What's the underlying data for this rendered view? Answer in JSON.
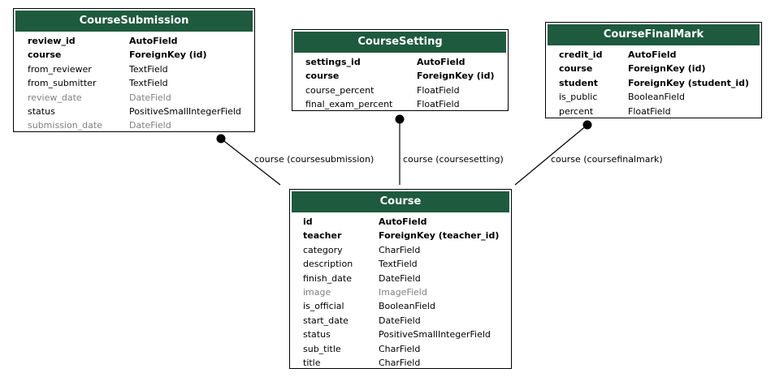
{
  "entities": {
    "course_submission": {
      "title": "CourseSubmission",
      "fields": [
        {
          "name": "review_id",
          "type": "AutoField",
          "style": "b"
        },
        {
          "name": "course",
          "type": "ForeignKey (id)",
          "style": "b"
        },
        {
          "name": "from_reviewer",
          "type": "TextField",
          "style": ""
        },
        {
          "name": "from_submitter",
          "type": "TextField",
          "style": ""
        },
        {
          "name": "review_date",
          "type": "DateField",
          "style": "g"
        },
        {
          "name": "status",
          "type": "PositiveSmallIntegerField",
          "style": ""
        },
        {
          "name": "submission_date",
          "type": "DateField",
          "style": "g"
        }
      ]
    },
    "course_setting": {
      "title": "CourseSetting",
      "fields": [
        {
          "name": "settings_id",
          "type": "AutoField",
          "style": "b"
        },
        {
          "name": "course",
          "type": "ForeignKey (id)",
          "style": "b"
        },
        {
          "name": "course_percent",
          "type": "FloatField",
          "style": ""
        },
        {
          "name": "final_exam_percent",
          "type": "FloatField",
          "style": ""
        }
      ]
    },
    "course_final_mark": {
      "title": "CourseFinalMark",
      "fields": [
        {
          "name": "credit_id",
          "type": "AutoField",
          "style": "b"
        },
        {
          "name": "course",
          "type": "ForeignKey (id)",
          "style": "b"
        },
        {
          "name": "student",
          "type": "ForeignKey (student_id)",
          "style": "b"
        },
        {
          "name": "is_public",
          "type": "BooleanField",
          "style": ""
        },
        {
          "name": "percent",
          "type": "FloatField",
          "style": ""
        }
      ]
    },
    "course": {
      "title": "Course",
      "fields": [
        {
          "name": "id",
          "type": "AutoField",
          "style": "b"
        },
        {
          "name": "teacher",
          "type": "ForeignKey (teacher_id)",
          "style": "b"
        },
        {
          "name": "category",
          "type": "CharField",
          "style": ""
        },
        {
          "name": "description",
          "type": "TextField",
          "style": ""
        },
        {
          "name": "finish_date",
          "type": "DateField",
          "style": ""
        },
        {
          "name": "image",
          "type": "ImageField",
          "style": "g"
        },
        {
          "name": "is_official",
          "type": "BooleanField",
          "style": ""
        },
        {
          "name": "start_date",
          "type": "DateField",
          "style": ""
        },
        {
          "name": "status",
          "type": "PositiveSmallIntegerField",
          "style": ""
        },
        {
          "name": "sub_title",
          "type": "CharField",
          "style": ""
        },
        {
          "name": "title",
          "type": "CharField",
          "style": ""
        }
      ]
    }
  },
  "relations": [
    {
      "from": "course_submission",
      "label": "course (coursesubmission)"
    },
    {
      "from": "course_setting",
      "label": "course (coursesetting)"
    },
    {
      "from": "course_final_mark",
      "label": "course (coursefinalmark)"
    }
  ]
}
